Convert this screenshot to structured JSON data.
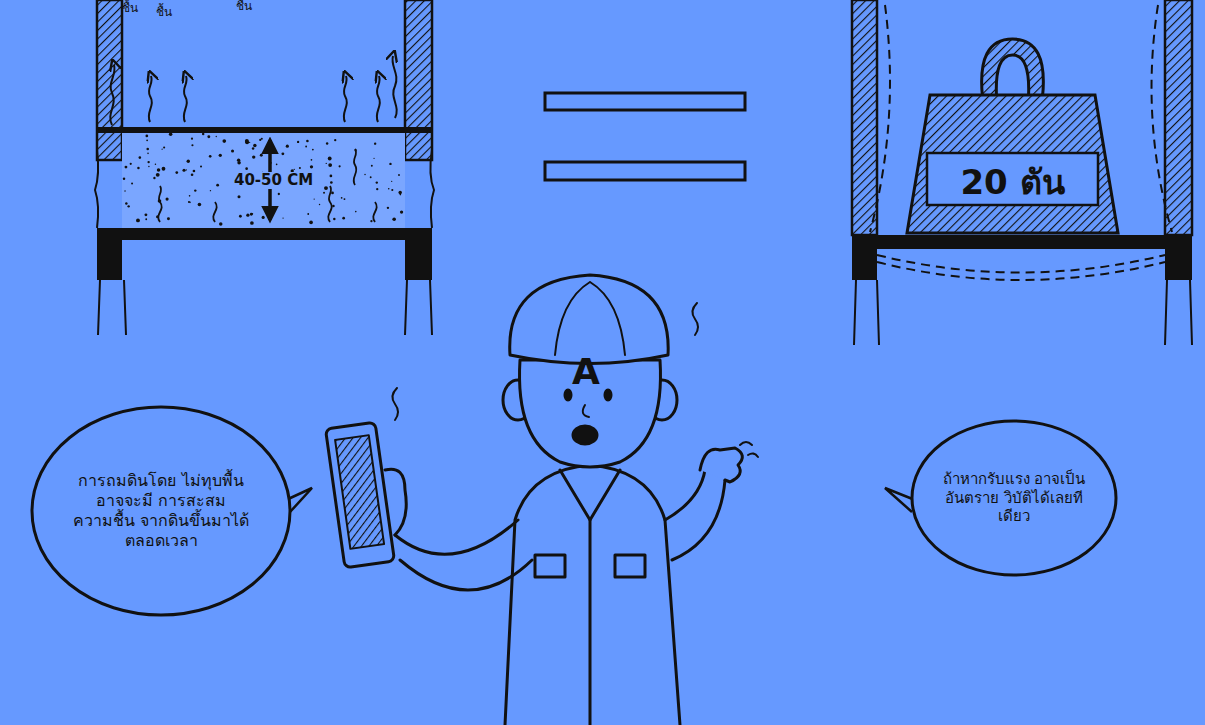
{
  "diagram": {
    "nodes": [
      {
        "text": [
          "20 ตัน"
        ]
      },
      {
        "text": [
          "การถมดินโดย ไม่ทุบพื้น อาจจะมี การสะสมความชื้น จากดินขึ้นมาได้ ตลอดเวลา"
        ]
      },
      {
        "text": [
          "ถ้าหากรับแรง อาจเป็นอันตราย วิบัติได้เลยทีเดียว"
        ]
      }
    ],
    "labels": [
      "ชื้น",
      "ชื้น",
      "ชื้น",
      "40-50 CM",
      "A"
    ]
  }
}
